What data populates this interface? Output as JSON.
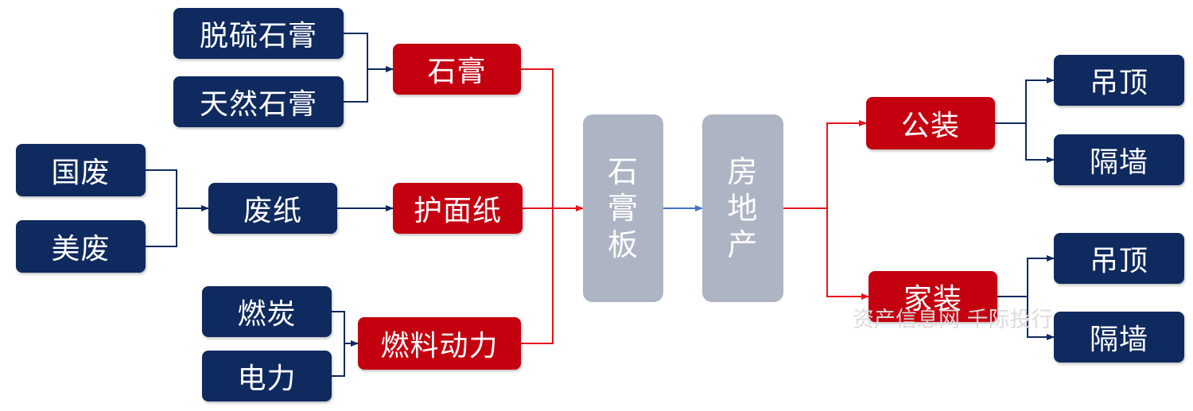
{
  "nodes": {
    "desulfurized_gypsum": "脱硫石膏",
    "natural_gypsum": "天然石膏",
    "domestic_waste": "国废",
    "us_waste": "美废",
    "waste_paper": "废纸",
    "coal": "燃炭",
    "electricity": "电力",
    "gypsum": "石膏",
    "facing_paper": "护面纸",
    "fuel_power": "燃料动力",
    "gypsum_board": [
      "石",
      "膏",
      "板"
    ],
    "real_estate": [
      "房",
      "地",
      "产"
    ],
    "public_decoration": "公装",
    "home_decoration": "家装",
    "ceiling_1": "吊顶",
    "partition_1": "隔墙",
    "ceiling_2": "吊顶",
    "partition_2": "隔墙"
  },
  "watermark": "资产信息网 千际投行",
  "colors": {
    "raw_box": "#0f2a5f",
    "key_box": "#c40010",
    "hub_box": "#adb4c4",
    "navy_line": "#0f2a5f",
    "red_line": "#e8131c",
    "blue_line": "#4472c4"
  }
}
